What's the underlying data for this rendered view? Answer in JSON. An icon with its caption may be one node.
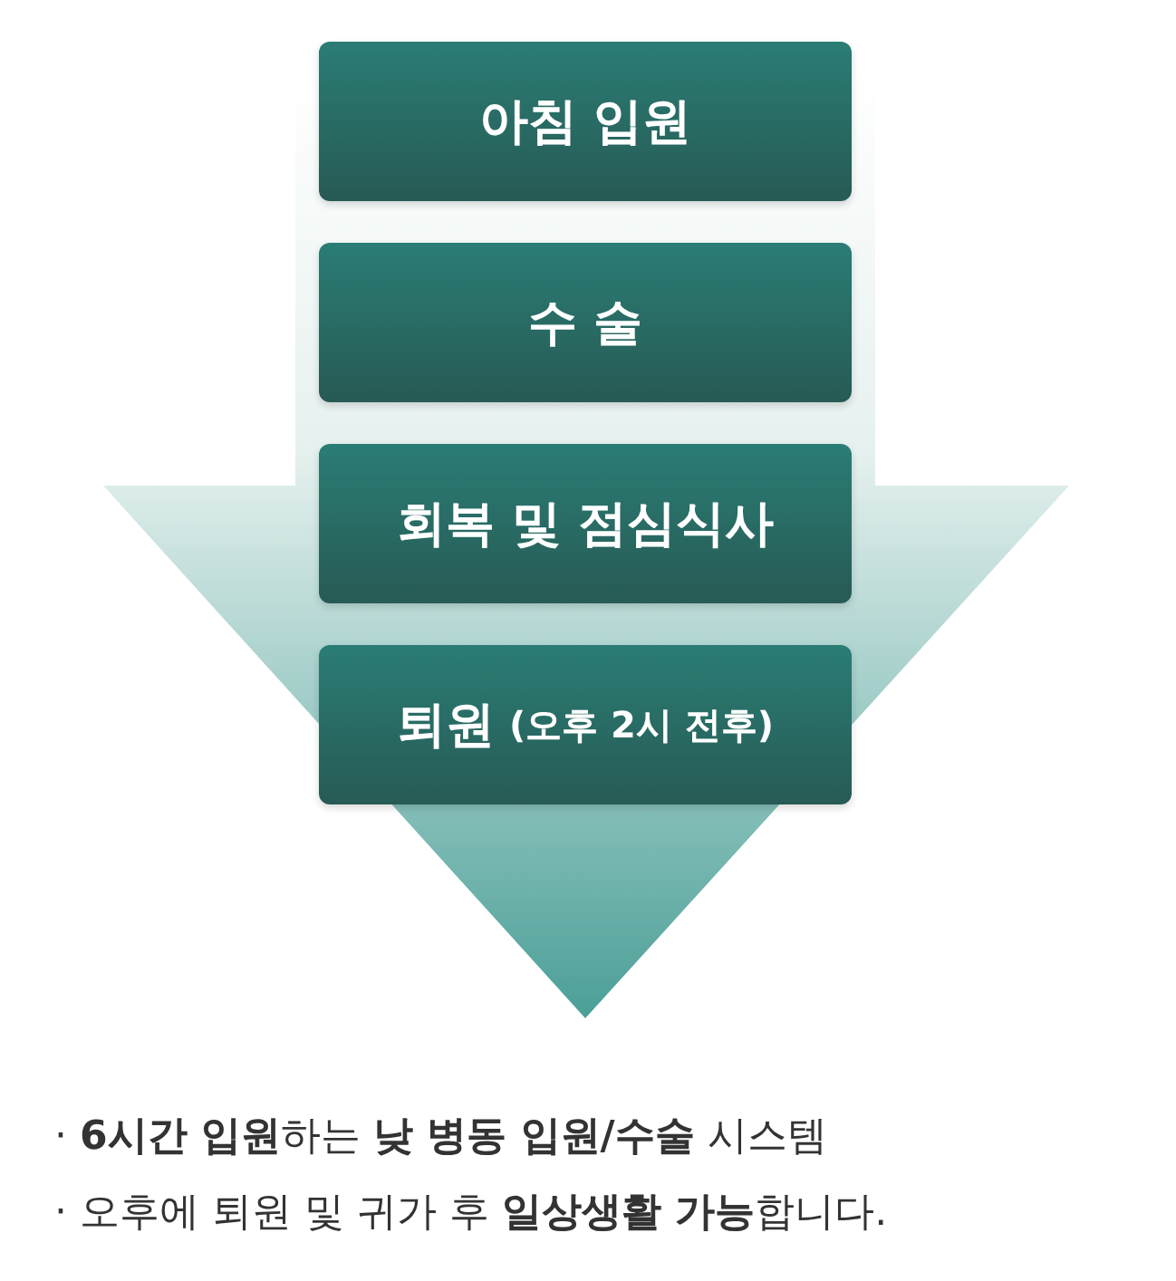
{
  "diagram": {
    "nodes": [
      {
        "text": [
          "아침 입원"
        ]
      },
      {
        "text": [
          "수 술"
        ]
      },
      {
        "text": [
          "회복 및 점심식사"
        ]
      },
      {
        "text": [
          "퇴원",
          "(오후 2시 전후)"
        ]
      }
    ],
    "labels": [
      "· **6시간 입원**하는 **낮 병동 입원/수술** 시스템",
      "· 오후에 퇴원 및 귀가 후 **일상생활 가능**합니다."
    ]
  }
}
